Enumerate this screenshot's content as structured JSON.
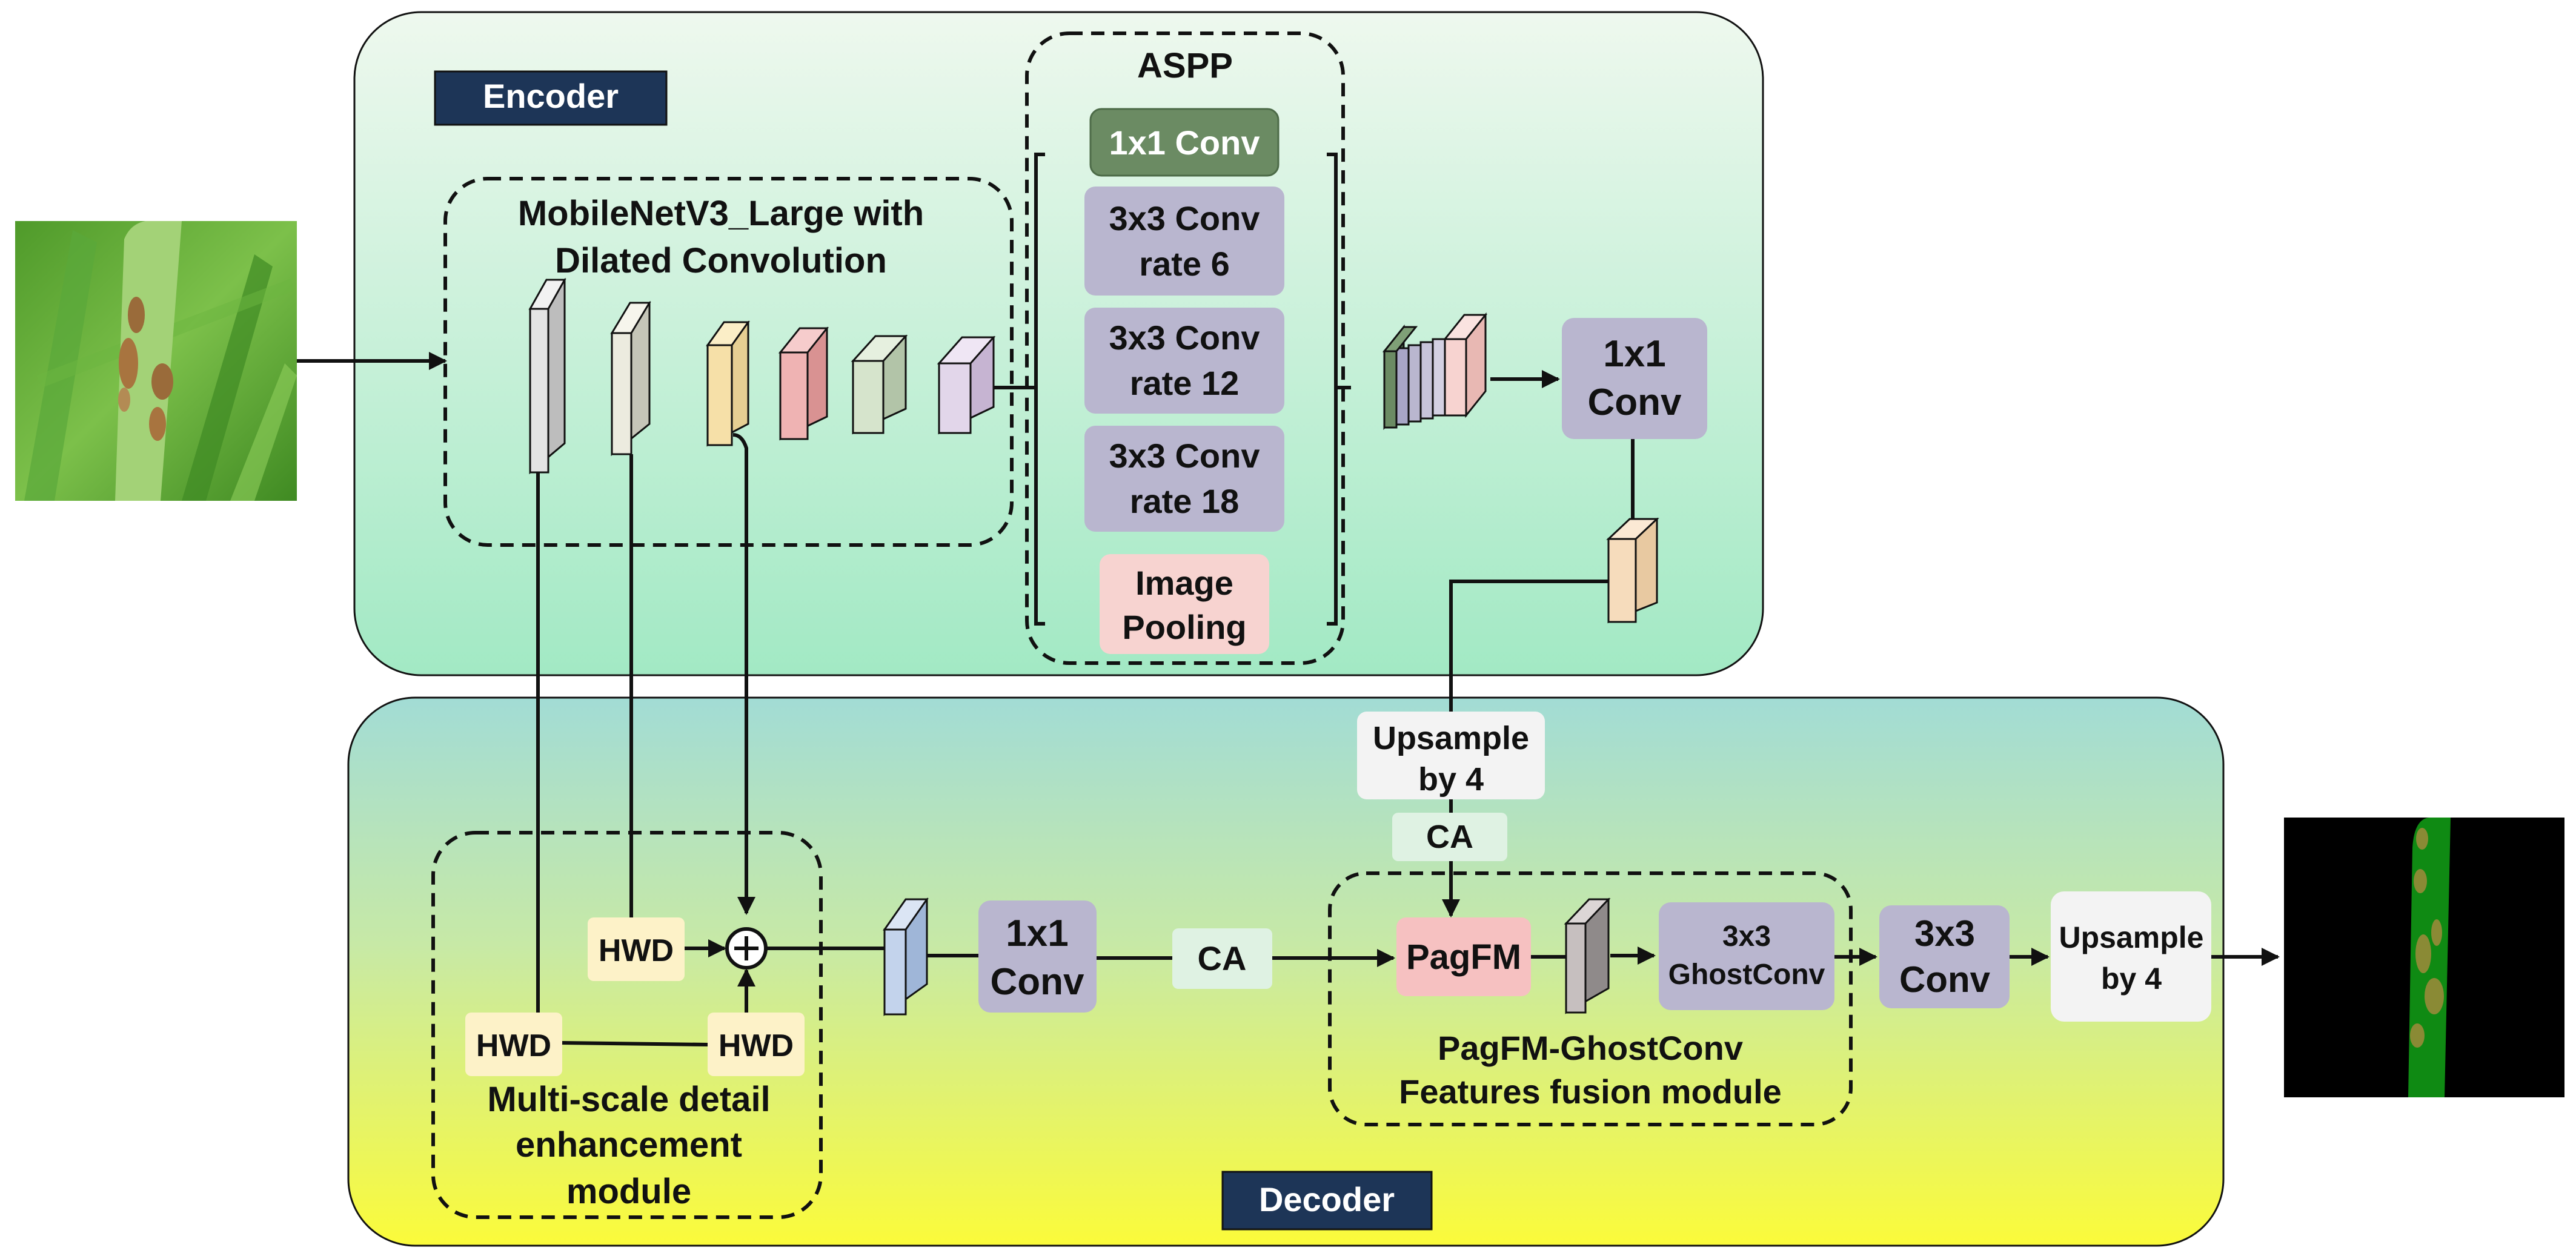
{
  "encoder": {
    "tag": "Encoder"
  },
  "decoder": {
    "tag": "Decoder"
  },
  "backbone": {
    "title_line1": "MobileNetV3_Large with",
    "title_line2": "Dilated Convolution"
  },
  "aspp": {
    "title": "ASPP",
    "branches": [
      {
        "line1": "1x1 Conv",
        "line2": ""
      },
      {
        "line1": "3x3 Conv",
        "line2": "rate 6"
      },
      {
        "line1": "3x3 Conv",
        "line2": "rate 12"
      },
      {
        "line1": "3x3 Conv",
        "line2": "rate 18"
      },
      {
        "line1": "Image",
        "line2": "Pooling"
      }
    ]
  },
  "encoder_conv": {
    "line1": "1x1",
    "line2": "Conv"
  },
  "upsample_top": {
    "line1": "Upsample",
    "line2": "by 4"
  },
  "ca_top": "CA",
  "msde": {
    "hwd": "HWD",
    "title_line1": "Multi-scale detail",
    "title_line2": "enhancement",
    "title_line3": "module"
  },
  "decoder_conv": {
    "line1": "1x1",
    "line2": "Conv"
  },
  "ca_mid": "CA",
  "pagfm": {
    "label": "PagFM",
    "ghost_line1": "3x3",
    "ghost_line2": "GhostConv",
    "title_line1": "PagFM-GhostConv",
    "title_line2": "Features fusion module"
  },
  "final_conv": {
    "line1": "3x3",
    "line2": "Conv"
  },
  "upsample_final": {
    "line1": "Upsample",
    "line2": "by 4"
  },
  "colors": {
    "encoder_top": "#eef8ee",
    "encoder_bottom": "#a2e9c4",
    "decoder_top": "#a2dcd5",
    "decoder_bottom": "#fbfb3a",
    "tag_bg": "#1d3557",
    "conv_purple": "#b9b6cf",
    "conv_green": "#6b8b63",
    "pooling_pink": "#f7d3d0",
    "hwd_yellow": "#fdf2c8",
    "ca_green": "#dff2e3",
    "pagfm_pink": "#f6c1c1",
    "white_box": "#f3f3f3",
    "leaf_mask_green": "#0f8a13",
    "lesion_brown": "#8a8a35"
  },
  "icons": [
    "rice-leaf-input-image",
    "segmentation-mask-output-image",
    "add-circle-icon"
  ]
}
